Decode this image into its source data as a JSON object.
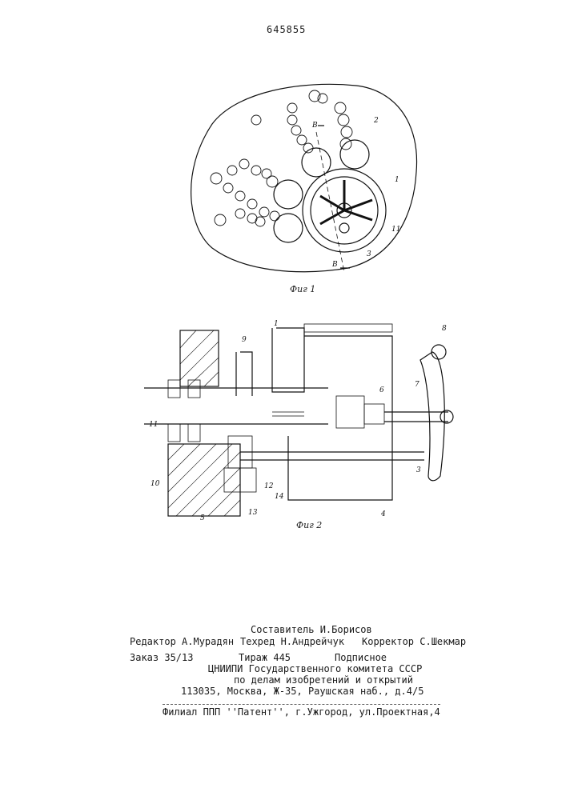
{
  "header": {
    "patent_number": "645855"
  },
  "figure1": {
    "caption": "Фиг 1",
    "section_mark_top": "B",
    "section_mark_bottom": "B",
    "labels": {
      "l1": "1",
      "l2": "2",
      "l3": "3",
      "l11": "11"
    }
  },
  "figure2": {
    "caption": "Фиг 2",
    "labels": {
      "l1": "1",
      "l3": "3",
      "l4": "4",
      "l5": "5",
      "l6": "6",
      "l7": "7",
      "l8": "8",
      "l9": "9",
      "l10": "10",
      "l11": "11",
      "l12": "12",
      "l13": "13",
      "l14": "14"
    }
  },
  "colophon": {
    "compiler": "Составитель И.Борисов",
    "editor": "Редактор А.Мурадян",
    "techred": "Техред Н.Андрейчук",
    "corrector": "Корректор С.Шекмар",
    "order": "Заказ 35/13",
    "circulation": "Тираж 445",
    "subscription": "Подписное",
    "org_line1": "ЦНИИПИ Государственного комитета СССР",
    "org_line2": "по делам изобретений и открытий",
    "address": "113035, Москва, Ж-35, Раушская наб., д.4/5",
    "branch": "Филиал ППП ''Патент'', г.Ужгород, ул.Проектная,4"
  }
}
